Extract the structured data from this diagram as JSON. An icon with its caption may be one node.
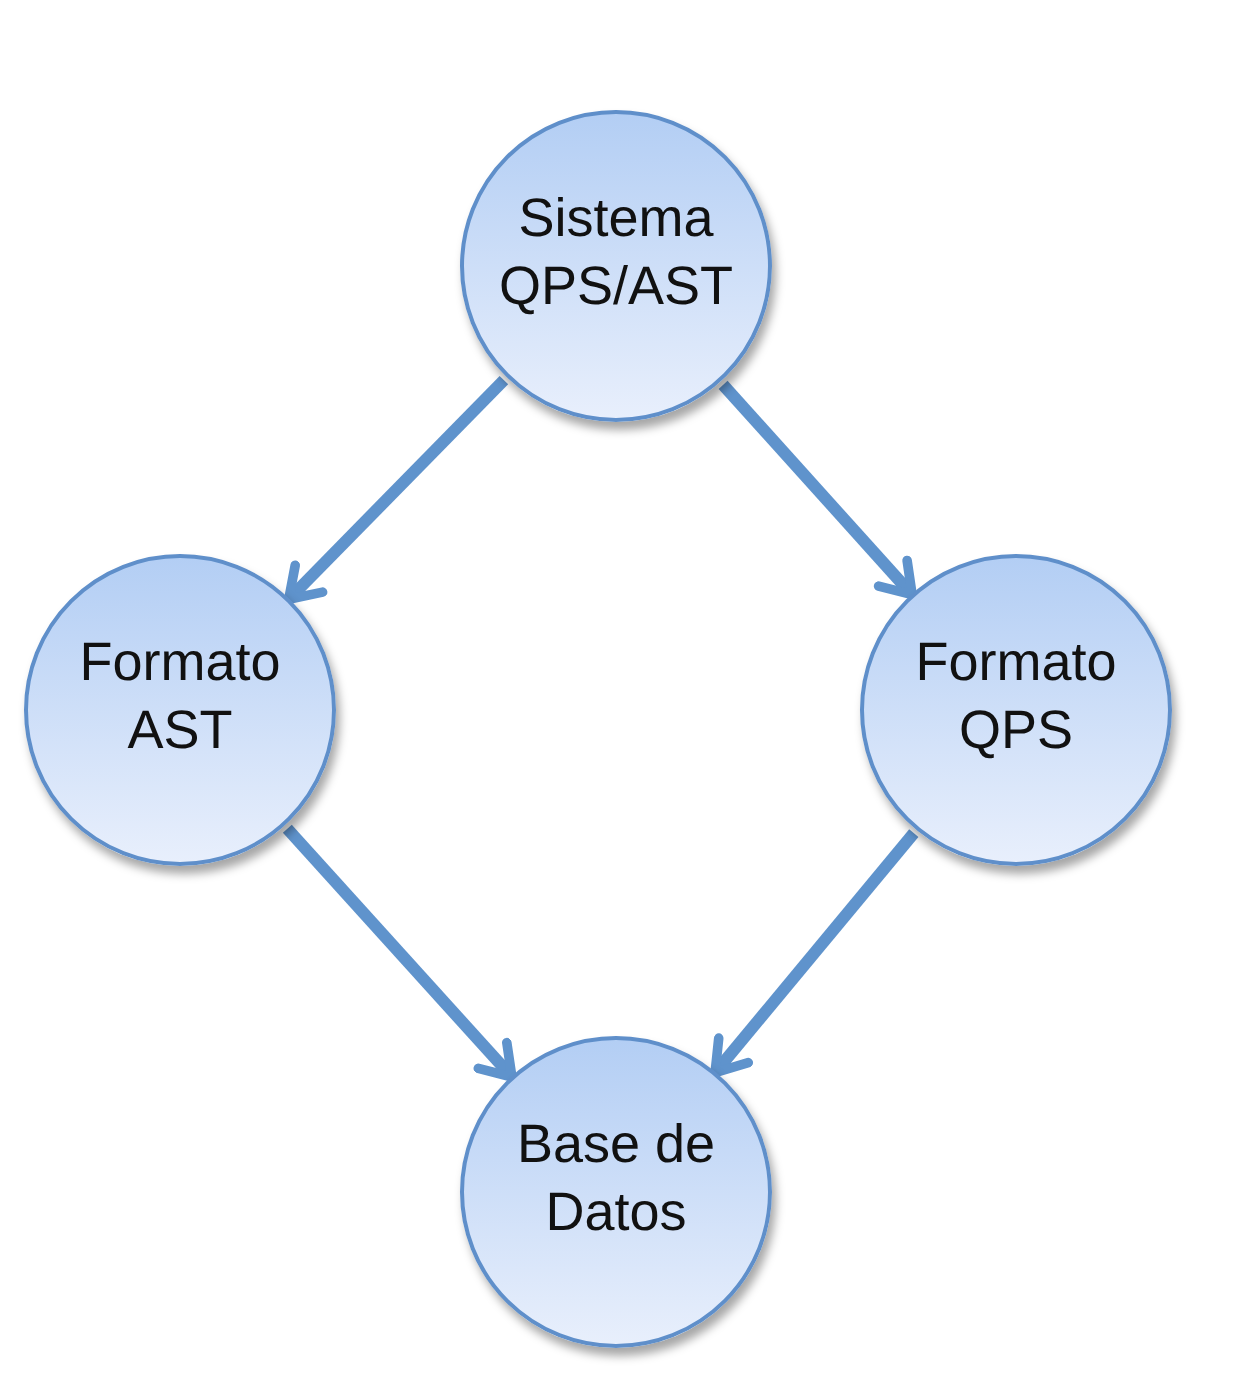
{
  "diagram": {
    "nodes": [
      {
        "text": [
          "Sistema QPS/AST"
        ]
      },
      {
        "text": [
          "Formato AST"
        ]
      },
      {
        "text": [
          "Formato QPS"
        ]
      },
      {
        "text": [
          "Base de Datos"
        ]
      }
    ],
    "edges": [
      {
        "from": 0,
        "to": 1,
        "arrow": "to"
      },
      {
        "from": 0,
        "to": 2,
        "arrow": "to"
      },
      {
        "from": 1,
        "to": 3,
        "arrow": "to"
      },
      {
        "from": 2,
        "to": 3,
        "arrow": "to"
      }
    ]
  }
}
